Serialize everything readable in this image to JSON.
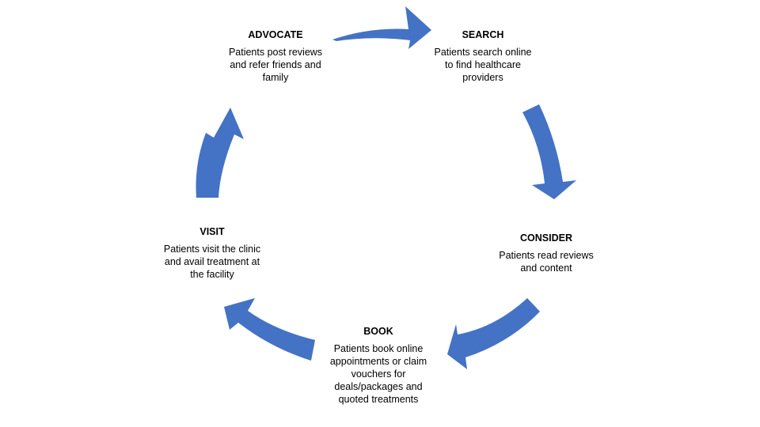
{
  "diagram": {
    "arrow_color": "#4472C4",
    "stages": [
      {
        "id": "advocate",
        "title": "ADVOCATE",
        "description": "Patients post reviews\nand refer friends and\nfamily"
      },
      {
        "id": "search",
        "title": "SEARCH",
        "description": "Patients search online\nto find healthcare\nproviders"
      },
      {
        "id": "consider",
        "title": "CONSIDER",
        "description": "Patients read reviews\nand content"
      },
      {
        "id": "book",
        "title": "BOOK",
        "description": "Patients book online\nappointments or claim\nvouchers for\ndeals/packages and\nquoted treatments"
      },
      {
        "id": "visit",
        "title": "VISIT",
        "description": "Patients visit the clinic\nand avail treatment at\nthe facility"
      }
    ]
  }
}
